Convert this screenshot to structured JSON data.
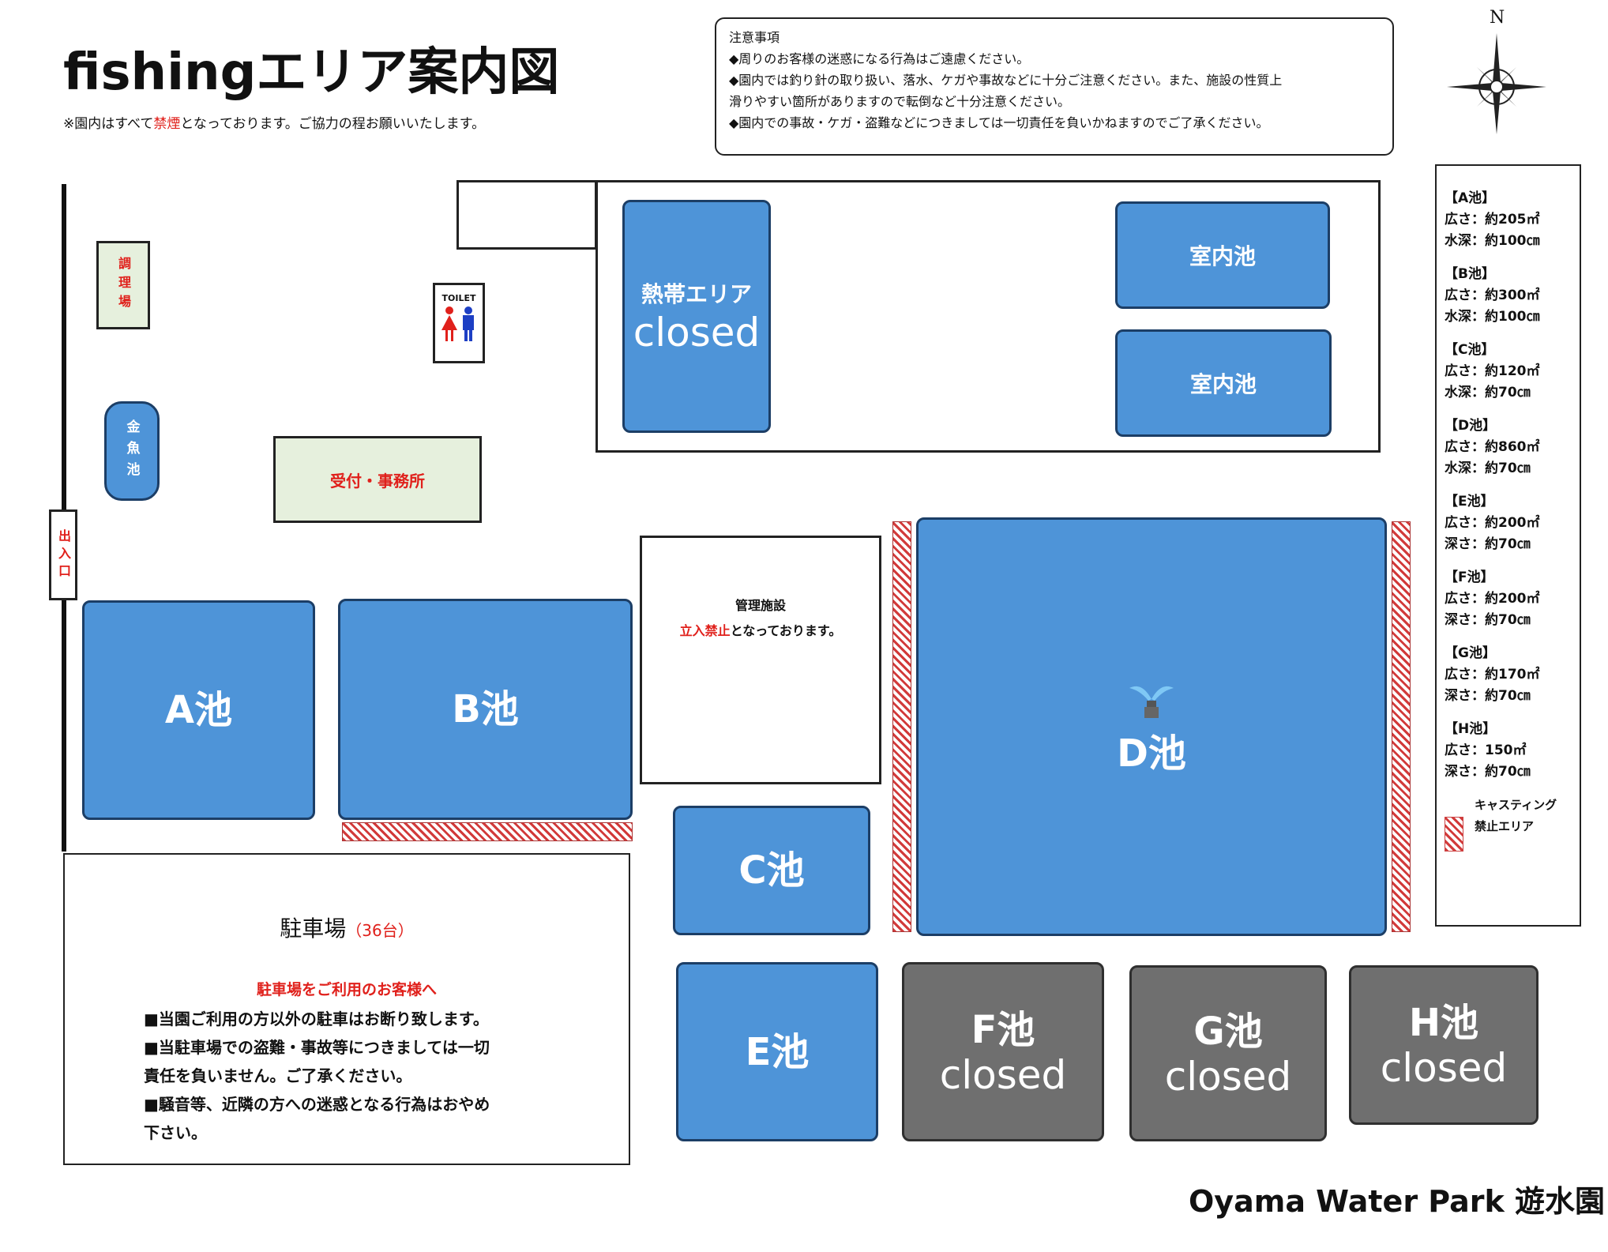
{
  "header": {
    "title": "fishingエリア案内図",
    "note_pre": "※園内はすべて",
    "note_red": "禁煙",
    "note_post": "となっております。ご協力の程お願いいたします。"
  },
  "notice": {
    "heading": "注意事項",
    "lines": [
      "◆周りのお客様の迷惑になる行為はご遠慮ください。",
      "◆園内では釣り針の取り扱い、落水、ケガや事故などに十分ご注意ください。また、施設の性質上",
      "滑りやすい箇所がありますので転倒など十分注意ください。",
      "◆園内での事故・ケガ・盗難などにつきましては一切責任を負いかねますのでご了承ください。"
    ]
  },
  "compass": {
    "north": "N"
  },
  "legend": {
    "ponds": [
      {
        "name": "【A池】",
        "area": "広さ：約205㎡",
        "depth": "水深：約100㎝"
      },
      {
        "name": "【B池】",
        "area": "広さ：約300㎡",
        "depth": "水深：約100㎝"
      },
      {
        "name": "【C池】",
        "area": "広さ：約120㎡",
        "depth": "水深：約70㎝"
      },
      {
        "name": "【D池】",
        "area": "広さ：約860㎡",
        "depth": "水深：約70㎝"
      },
      {
        "name": "【E池】",
        "area": "広さ：約200㎡",
        "depth": "深さ：約70㎝"
      },
      {
        "name": "【F池】",
        "area": "広さ：約200㎡",
        "depth": "深さ：約70㎝"
      },
      {
        "name": "【G池】",
        "area": "広さ：約170㎡",
        "depth": "深さ：約70㎝"
      },
      {
        "name": "【H池】",
        "area": "広さ：150㎡",
        "depth": "深さ：約70㎝"
      }
    ],
    "casting_line1": "キャスティング",
    "casting_line2": "禁止エリア"
  },
  "facilities": {
    "kitchen": "調理場",
    "toilet": "TOILET",
    "goldfish": "金魚池",
    "entrance": "出入口",
    "reception": "受付・事務所",
    "tropical": "熱帯エリア",
    "tropical_status": "closed",
    "indoor1": "室内池",
    "indoor2": "室内池",
    "mgmt_title": "管理施設",
    "mgmt_red": "立入禁止",
    "mgmt_post": "となっております。"
  },
  "ponds": {
    "A": {
      "name": "A池"
    },
    "B": {
      "name": "B池"
    },
    "C": {
      "name": "C池"
    },
    "D": {
      "name": "D池"
    },
    "E": {
      "name": "E池"
    },
    "F": {
      "name": "F池",
      "status": "closed"
    },
    "G": {
      "name": "G池",
      "status": "closed"
    },
    "H": {
      "name": "H池",
      "status": "closed"
    }
  },
  "parking": {
    "title": "駐車場",
    "capacity": "（36台）",
    "notice_title": "駐車場をご利用のお客様へ",
    "lines": [
      "■当園ご利用の方以外の駐車はお断り致します。",
      "■当駐車場での盗難・事故等につきましては一切",
      "責任を負いません。ご了承ください。",
      "■騒音等、近隣の方への迷惑となる行為はおやめ",
      "下さい。"
    ]
  },
  "footer": {
    "brand": "Oyama Water Park 遊水園"
  }
}
